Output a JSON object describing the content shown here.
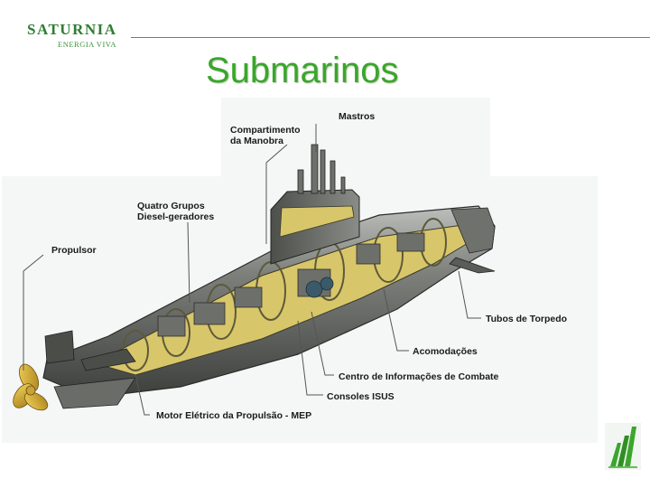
{
  "brand": {
    "name": "SATURNIA",
    "tagline": "ENERGIA VIVA"
  },
  "slide": {
    "title": "Submarinos"
  },
  "diagram": {
    "labels": {
      "mastros": "Mastros",
      "compartimento_line1": "Compartimento",
      "compartimento_line2": "da Manobra",
      "quatro_line1": "Quatro Grupos",
      "quatro_line2": "Diesel-geradores",
      "propulsor": "Propulsor",
      "tubos": "Tubos de Torpedo",
      "acomodacoes": "Acomodações",
      "centro": "Centro de Informações de Combate",
      "consoles": "Consoles ISUS",
      "motor": "Motor Elétrico da Propulsão - MEP"
    }
  },
  "colors": {
    "brand_green": "#3aa62b",
    "hull_dark": "#3d3f3c",
    "interior_yellow": "#d8c66a"
  }
}
